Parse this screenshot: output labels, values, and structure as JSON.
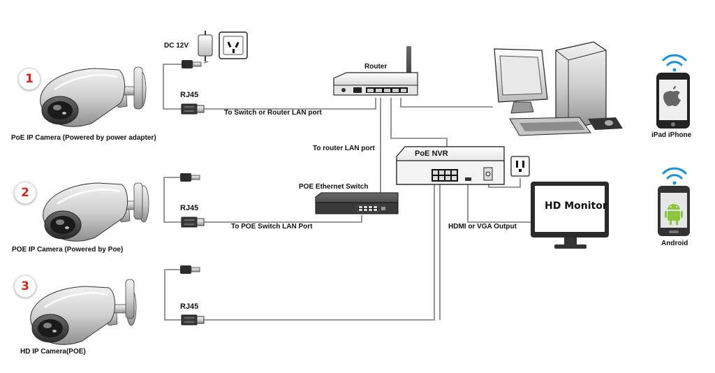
{
  "cameras": [
    {
      "number": "1",
      "caption": "PoE IP Camera (Powered by power adapter)",
      "connector": "RJ45",
      "link": "To Switch or Router LAN port",
      "power": "DC 12V"
    },
    {
      "number": "2",
      "caption": "POE IP Camera (Powered by Poe)",
      "connector": "RJ45",
      "link": "To POE Switch LAN Port"
    },
    {
      "number": "3",
      "caption": "HD  IP  Camera(POE)",
      "connector": "RJ45"
    }
  ],
  "devices": {
    "router": "Router",
    "switch": "POE Ethernet Switch",
    "nvr": "PoE NVR",
    "monitor": "HD Monitor",
    "ios": "iPad  iPhone",
    "android": "Android"
  },
  "links": {
    "switch_to_router": "To router LAN port",
    "nvr_to_monitor": "HDMI or VGA Output"
  },
  "colors": {
    "number_badge": "#d0261d",
    "wifi": "#1f8fd6",
    "android": "#8cc63f"
  }
}
